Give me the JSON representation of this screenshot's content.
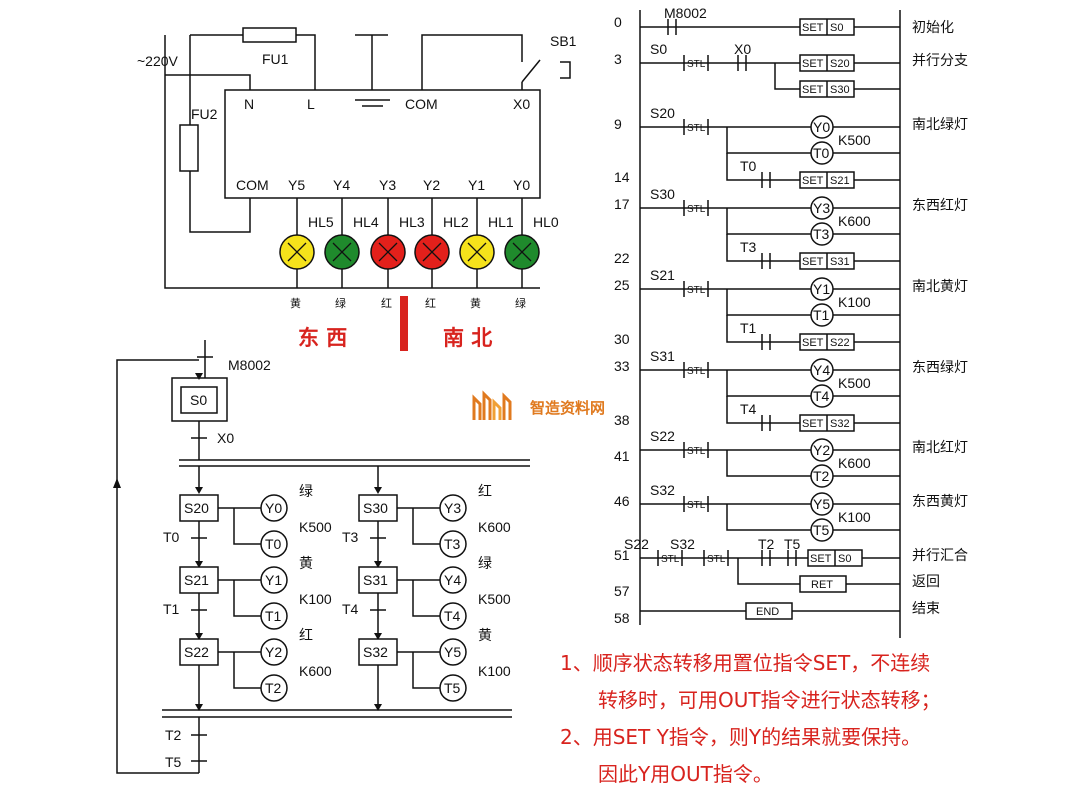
{
  "wiring": {
    "supply": "~220V",
    "fu1": "FU1",
    "fu2": "FU2",
    "sb1": "SB1",
    "terminals_top": [
      "N",
      "L",
      "COM",
      "X0"
    ],
    "terminals_bottom": [
      "COM",
      "Y5",
      "Y4",
      "Y3",
      "Y2",
      "Y1",
      "Y0"
    ],
    "lamps": [
      {
        "name": "HL5",
        "color": "#f5e21b",
        "label": "黄"
      },
      {
        "name": "HL4",
        "color": "#1f8a2c",
        "label": "绿"
      },
      {
        "name": "HL3",
        "color": "#e3201b",
        "label": "红"
      },
      {
        "name": "HL2",
        "color": "#e3201b",
        "label": "红"
      },
      {
        "name": "HL1",
        "color": "#f5e21b",
        "label": "黄"
      },
      {
        "name": "HL0",
        "color": "#1f8a2c",
        "label": "绿"
      }
    ],
    "dir_ew": "东 西",
    "dir_ns": "南 北"
  },
  "sfc": {
    "init_contact": "M8002",
    "init_step": "S0",
    "start": "X0",
    "left_branch": [
      {
        "step": "S20",
        "out": "Y0",
        "timer": "T0",
        "preset": "K500",
        "color": "绿",
        "trans": "T0"
      },
      {
        "step": "S21",
        "out": "Y1",
        "timer": "T1",
        "preset": "K100",
        "color": "黄",
        "trans": "T1"
      },
      {
        "step": "S22",
        "out": "Y2",
        "timer": "T2",
        "preset": "K600",
        "color": "红",
        "trans": ""
      }
    ],
    "right_branch": [
      {
        "step": "S30",
        "out": "Y3",
        "timer": "T3",
        "preset": "K600",
        "color": "红",
        "trans": "T3"
      },
      {
        "step": "S31",
        "out": "Y4",
        "timer": "T4",
        "preset": "K500",
        "color": "绿",
        "trans": "T4"
      },
      {
        "step": "S32",
        "out": "Y5",
        "timer": "T5",
        "preset": "K100",
        "color": "黄",
        "trans": ""
      }
    ],
    "merge_trans": [
      "T2",
      "T5"
    ]
  },
  "watermark": "智造资料网",
  "ladder": {
    "step_numbers": [
      "0",
      "3",
      "9",
      "14",
      "17",
      "22",
      "25",
      "30",
      "33",
      "38",
      "41",
      "46",
      "51",
      "57",
      "58"
    ],
    "rows": [
      {
        "c1": "M8002",
        "set": "S0",
        "comment": "初始化"
      },
      {
        "c1": "S0",
        "c2": "X0",
        "set": "S20",
        "set2": "S30",
        "comment": "并行分支"
      },
      {
        "stl": "S20",
        "out": "Y0",
        "timer": "T0",
        "preset": "K500",
        "tc": "T0",
        "set": "S21",
        "comment": "南北绿灯"
      },
      {
        "stl": "S30",
        "out": "Y3",
        "timer": "T3",
        "preset": "K600",
        "tc": "T3",
        "set": "S31",
        "comment": "东西红灯"
      },
      {
        "stl": "S21",
        "out": "Y1",
        "timer": "T1",
        "preset": "K100",
        "tc": "T1",
        "set": "S22",
        "comment": "南北黄灯"
      },
      {
        "stl": "S31",
        "out": "Y4",
        "timer": "T4",
        "preset": "K500",
        "tc": "T4",
        "set": "S32",
        "comment": "东西绿灯"
      },
      {
        "stl": "S22",
        "out": "Y2",
        "timer": "T2",
        "preset": "K600",
        "comment": "南北红灯"
      },
      {
        "stl": "S32",
        "out": "Y5",
        "timer": "T5",
        "preset": "K100",
        "comment": "东西黄灯"
      },
      {
        "stl": "S22",
        "stl2": "S32",
        "tc": "T2",
        "tc2": "T5",
        "set": "S0",
        "comment": "并行汇合"
      },
      {
        "ret": "RET",
        "comment": "返回"
      },
      {
        "end": "END",
        "comment": "结束"
      }
    ],
    "set_label": "SET",
    "stl_label": "STL"
  },
  "notes": {
    "line1": "1、顺序状态转移用置位指令SET，不连续",
    "line2": "转移时，可用OUT指令进行状态转移；",
    "line3": "2、用SET  Y指令，则Y的结果就要保持。",
    "line4": "因此Y用OUT指令。"
  }
}
